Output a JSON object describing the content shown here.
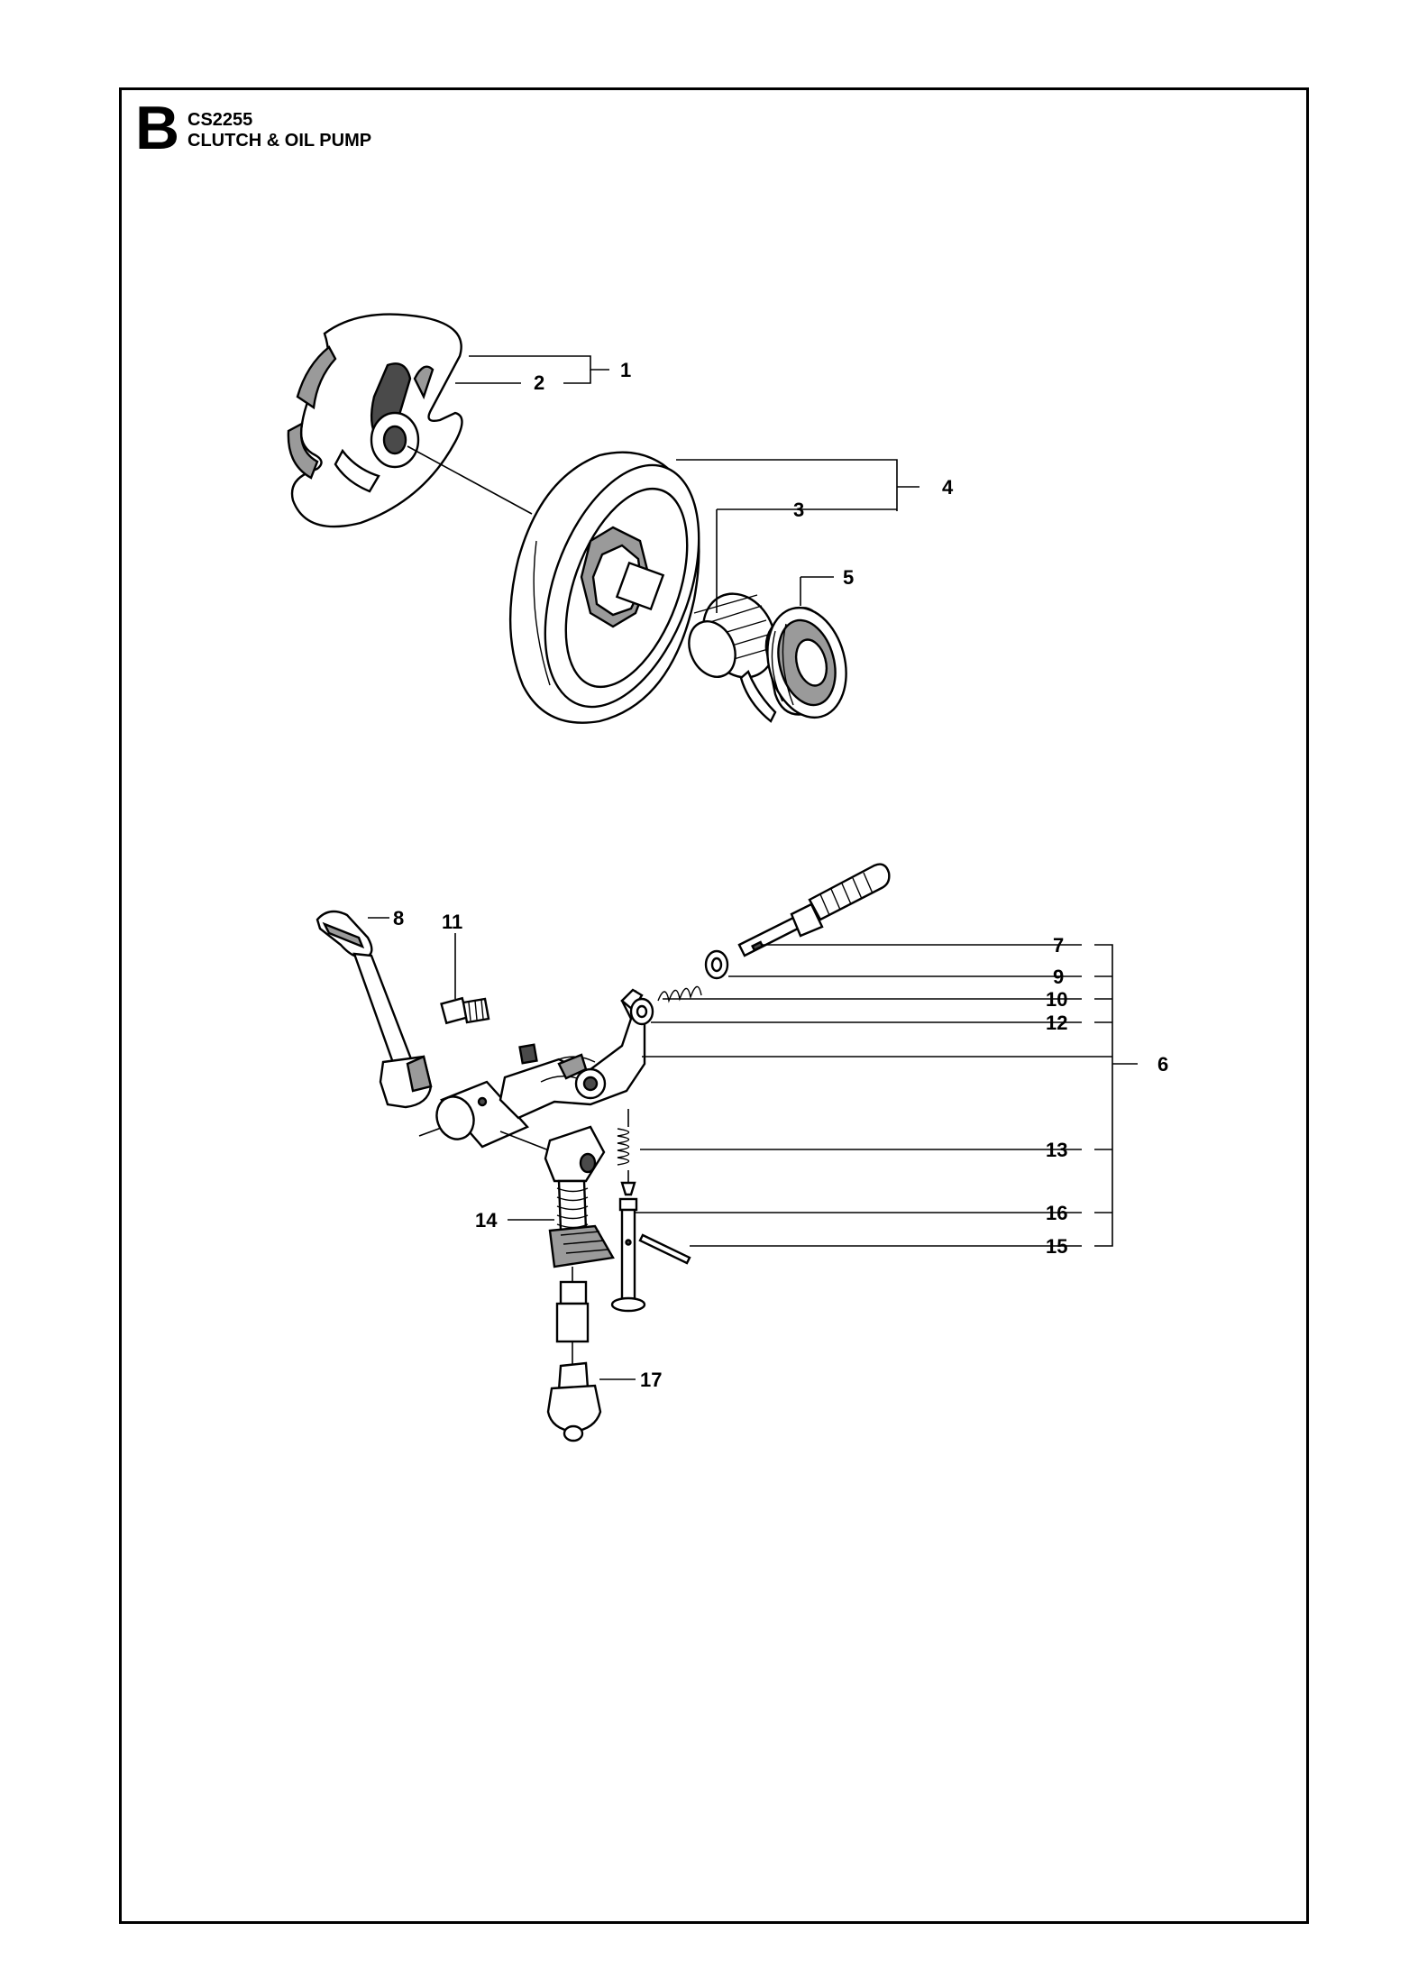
{
  "header": {
    "section_letter": "B",
    "model": "CS2255",
    "title": "CLUTCH & OIL PUMP"
  },
  "callouts": {
    "c1": "1",
    "c2": "2",
    "c3": "3",
    "c4": "4",
    "c5": "5",
    "c6": "6",
    "c7": "7",
    "c8": "8",
    "c9": "9",
    "c10": "10",
    "c11": "11",
    "c12": "12",
    "c13": "13",
    "c14": "14",
    "c15": "15",
    "c16": "16",
    "c17": "17"
  }
}
